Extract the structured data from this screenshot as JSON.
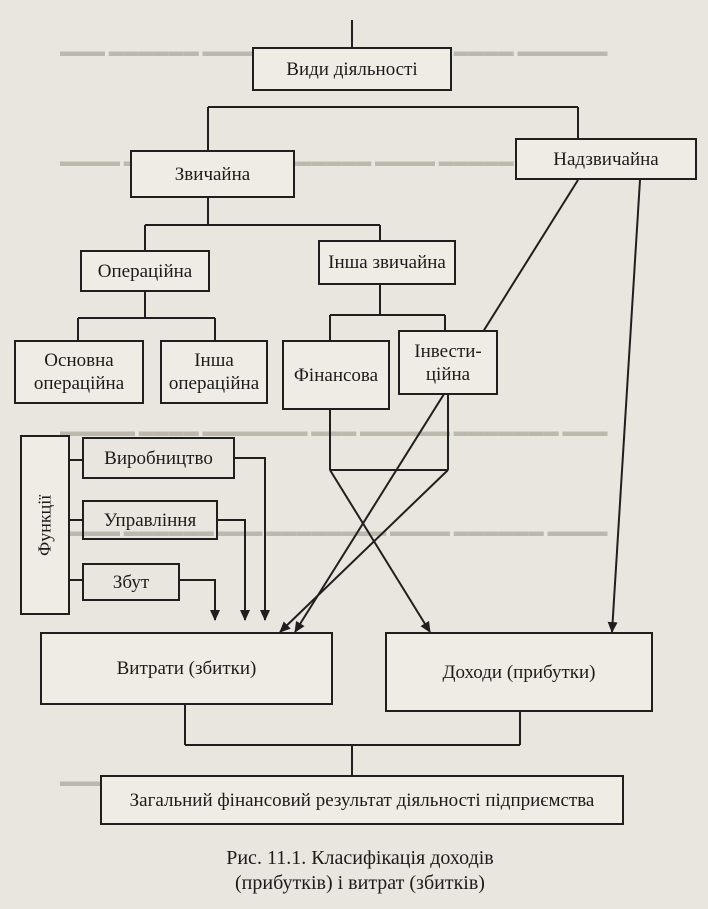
{
  "diagram": {
    "types": "Види діяльності",
    "ordinary": "Звичайна",
    "extraordinary": "Надзвичайна",
    "operating": "Операційна",
    "other_ordinary": "Інша звичайна",
    "main_operating": "Основна операційна",
    "other_operating": "Інша операційна",
    "financial": "Фінансова",
    "investment": "Інвести-ційна",
    "functions": "Функції",
    "production": "Виробництво",
    "management": "Управління",
    "sales": "Збут",
    "expenses": "Витрати (збитки)",
    "income": "Доходи (прибутки)",
    "result": "Загальний фінансовий результат діяльності підприємства"
  },
  "caption": {
    "line1": "Рис. 11.1. Класифікація доходів",
    "line2": "(прибутків) і витрат (збитків)"
  }
}
